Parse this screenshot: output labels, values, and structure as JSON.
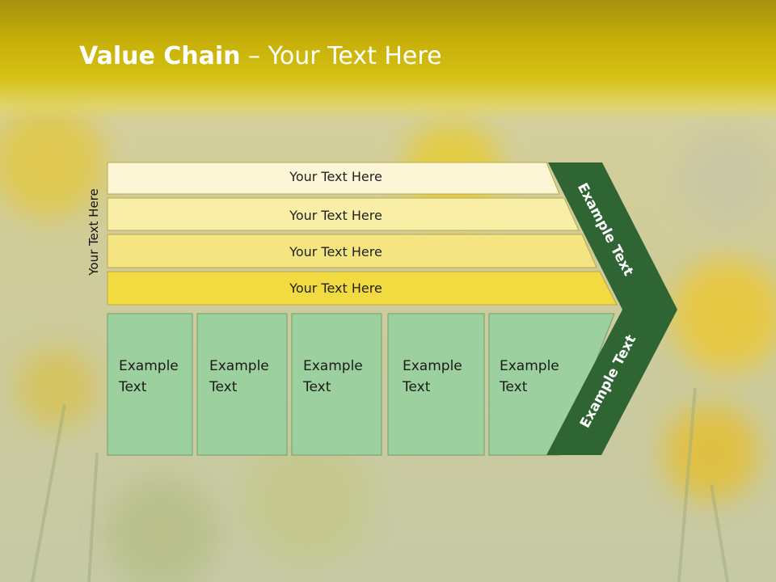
{
  "slide": {
    "title_bold": "Value Chain",
    "title_rest": " – Your Text Here",
    "side_label": "Your Text Here"
  },
  "bars": [
    {
      "label": "Your Text Here",
      "color": "#fdf6d6"
    },
    {
      "label": "Your Text Here",
      "color": "#f9eea6"
    },
    {
      "label": "Your Text Here",
      "color": "#f5e582"
    },
    {
      "label": "Your Text Here",
      "color": "#f1db40"
    }
  ],
  "boxes": [
    {
      "line1": "Example",
      "line2": "Text"
    },
    {
      "line1": "Example",
      "line2": "Text"
    },
    {
      "line1": "Example",
      "line2": "Text"
    },
    {
      "line1": "Example",
      "line2": "Text"
    },
    {
      "line1": "Example",
      "line2": "Text"
    }
  ],
  "chevron": {
    "upper_label": "Example Text",
    "lower_label": "Example Text",
    "color": "#2f6532"
  },
  "colors": {
    "box_fill": "#9dd09f",
    "header": "#c7b008"
  }
}
